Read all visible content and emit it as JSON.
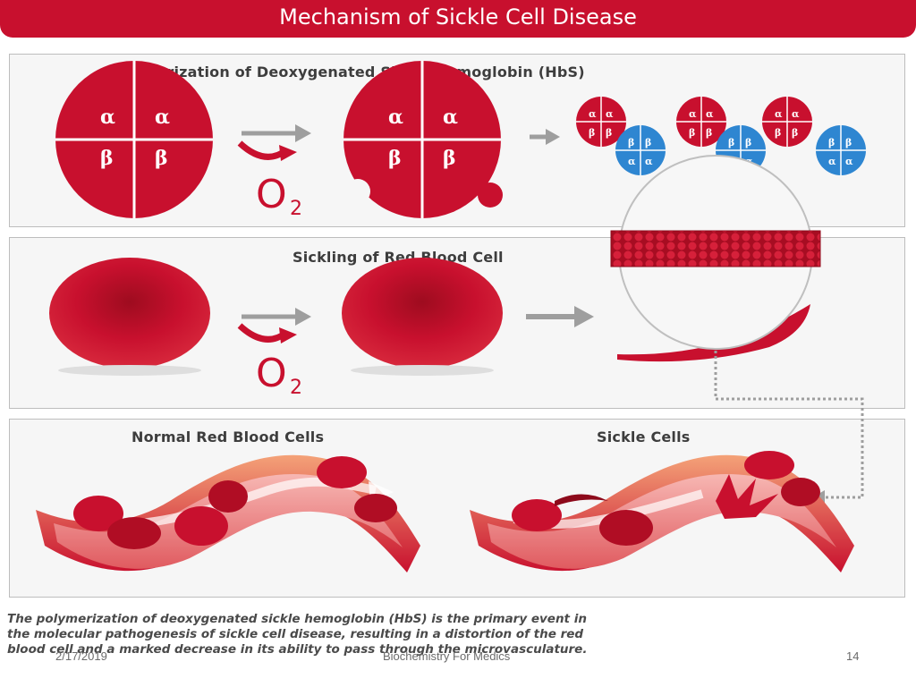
{
  "slide": {
    "title": "Mechanism of Sickle Cell Disease"
  },
  "panel1": {
    "header": "Polymerization of Deoxygenated Sickle Hemoglobin (HbS)",
    "alpha": "α",
    "beta": "β",
    "o2_symbol": "O",
    "o2_subscript": "2"
  },
  "panel2": {
    "header": "Sickling of Red Blood Cell",
    "o2_symbol": "O",
    "o2_subscript": "2"
  },
  "panel3": {
    "left_header": "Normal Red Blood Cells",
    "right_header": "Sickle Cells"
  },
  "caption": {
    "line1": "The polymerization of deoxygenated sickle hemoglobin (HbS) is the primary event in",
    "line2": "the molecular pathogenesis of sickle cell disease, resulting in a distortion of the red",
    "line3": "blood cell and a marked decrease in its ability to pass through the microvasculature."
  },
  "footer": {
    "date": "2/17/2019",
    "center": "Biochemistry For Medics",
    "page": "14"
  },
  "colors": {
    "brand_red": "#c8102e",
    "hb_blue": "#2e86d1",
    "panel_border": "#bdbdbd"
  }
}
